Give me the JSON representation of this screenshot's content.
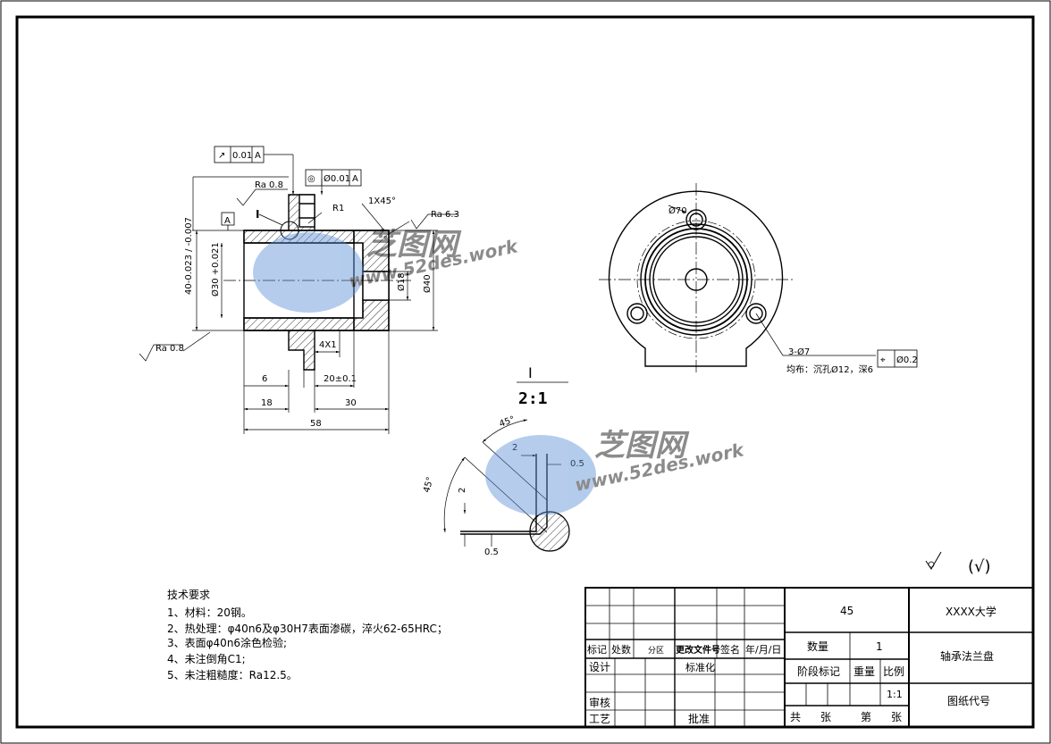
{
  "drawing": {
    "section_views": {
      "datum_a": "A",
      "runout_tolerance": {
        "symbol": "↗",
        "value": "0.01",
        "datum": "A"
      },
      "concentricity_tolerance": {
        "symbol": "◎",
        "value": "Ø0.01",
        "datum": "A"
      },
      "flange_hole_tolerance": {
        "symbol": "⌖",
        "value": "Ø0.2"
      },
      "roughness": [
        "Ra 0.8",
        "Ra 6.3",
        "Ra 0.8"
      ],
      "detail_callout": "I",
      "radius": "R1",
      "chamfer": "1X45°",
      "groove": "4X1",
      "od_dim": "40-0.023 / -0.007",
      "bore_dim": "Ø30 +0.021",
      "dia_small": "Ø18",
      "dia_outer": "Ø40",
      "pcd": "Ø70",
      "holes": "3-Ø7",
      "holes_note": "均布：沉孔Ø12，深6",
      "lengths": {
        "d6": "6",
        "d20": "20±0.1",
        "d18": "18",
        "d30": "30",
        "d58": "58"
      }
    },
    "detail_view": {
      "label": "I",
      "scale": "2:1",
      "angle_a": "45°",
      "angle_b": "45°",
      "dim_2a": "2",
      "dim_05a": "0.5",
      "dim_2b": "2",
      "dim_05b": "0.5"
    },
    "watermark": {
      "brand": "芝图网",
      "url": "www.52des.work"
    },
    "surface_symbol": "(√)",
    "tech_req": {
      "title": "技术要求",
      "items": [
        "1、材料：20钢。",
        "2、热处理：φ40n6及φ30H7表面渗碳，淬火62-65HRC；",
        "3、表面φ40n6涂色检验;",
        "4、未注倒角C1;",
        "5、未注粗糙度：Ra12.5。"
      ]
    },
    "title_block": {
      "material": "45",
      "school": "XXXX大学",
      "part_name": "轴承法兰盘",
      "drawing_no": "图纸代号",
      "qty_label": "数量",
      "qty_value": "1",
      "stage_label": "阶段标记",
      "weight_label": "重量",
      "scale_label": "比例",
      "scale_value": "1:1",
      "total": "共",
      "sheets": "张",
      "sheet_no": "第",
      "sheet_unit": "张",
      "rev_headers": [
        "标记",
        "处数",
        "分区",
        "更改文件号",
        "签名",
        "年/月/日"
      ],
      "design": "设计",
      "standardize": "标准化",
      "check": "审核",
      "process": "工艺",
      "approve": "批准"
    }
  }
}
